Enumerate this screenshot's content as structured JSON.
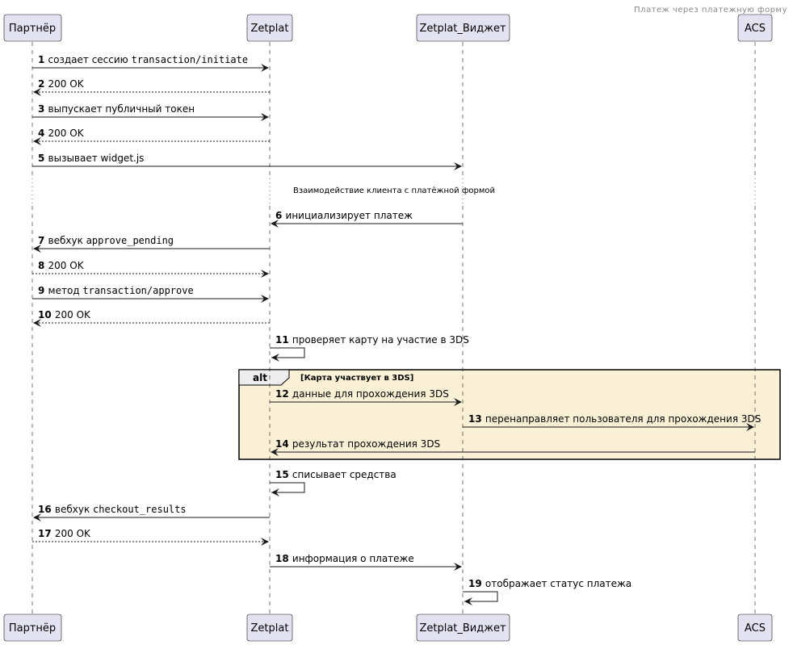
{
  "title": "Платеж через платежную форму",
  "colors": {
    "participant_fill": "#E2E2F0",
    "participant_border": "#181818",
    "alt_fill": "#FAF0D6",
    "alt_tab_fill": "#EEEEEE"
  },
  "participants": [
    "Партнёр",
    "Zetplat",
    "Zetplat_Виджет",
    "ACS"
  ],
  "divider": "Взаимодействие клиента с платёжной формой",
  "alt": {
    "keyword": "alt",
    "condition": "[Карта участвует в 3DS]"
  },
  "messages": [
    {
      "n": "1",
      "from": 0,
      "to": 1,
      "dashed": false,
      "parts": [
        {
          "t": "создает сессию "
        },
        {
          "c": "transaction/initiate"
        }
      ]
    },
    {
      "n": "2",
      "from": 1,
      "to": 0,
      "dashed": true,
      "parts": [
        {
          "t": "200 OK"
        }
      ]
    },
    {
      "n": "3",
      "from": 0,
      "to": 1,
      "dashed": false,
      "parts": [
        {
          "t": "выпускает публичный токен"
        }
      ]
    },
    {
      "n": "4",
      "from": 1,
      "to": 0,
      "dashed": true,
      "parts": [
        {
          "t": "200 OK"
        }
      ]
    },
    {
      "n": "5",
      "from": 0,
      "to": 2,
      "dashed": false,
      "parts": [
        {
          "t": "вызывает widget.js"
        }
      ]
    },
    {
      "n": "6",
      "from": 2,
      "to": 1,
      "dashed": false,
      "parts": [
        {
          "t": "инициализирует платеж"
        }
      ]
    },
    {
      "n": "7",
      "from": 1,
      "to": 0,
      "dashed": false,
      "parts": [
        {
          "t": "вебхук "
        },
        {
          "c": "approve_pending"
        }
      ]
    },
    {
      "n": "8",
      "from": 0,
      "to": 1,
      "dashed": true,
      "parts": [
        {
          "t": "200 OK"
        }
      ]
    },
    {
      "n": "9",
      "from": 0,
      "to": 1,
      "dashed": false,
      "parts": [
        {
          "t": "метод "
        },
        {
          "c": "transaction/approve"
        }
      ]
    },
    {
      "n": "10",
      "from": 1,
      "to": 0,
      "dashed": true,
      "parts": [
        {
          "t": "200 OK"
        }
      ]
    },
    {
      "n": "11",
      "from": 1,
      "to": 1,
      "dashed": false,
      "parts": [
        {
          "t": "проверяет карту на участие в 3DS"
        }
      ]
    },
    {
      "n": "12",
      "from": 1,
      "to": 2,
      "dashed": false,
      "parts": [
        {
          "t": "данные для прохождения 3DS"
        }
      ]
    },
    {
      "n": "13",
      "from": 2,
      "to": 3,
      "dashed": false,
      "parts": [
        {
          "t": "перенаправляет пользователя для прохождения 3DS"
        }
      ]
    },
    {
      "n": "14",
      "from": 3,
      "to": 1,
      "dashed": false,
      "parts": [
        {
          "t": "результат прохождения 3DS"
        }
      ]
    },
    {
      "n": "15",
      "from": 1,
      "to": 1,
      "dashed": false,
      "parts": [
        {
          "t": "списывает средства"
        }
      ]
    },
    {
      "n": "16",
      "from": 1,
      "to": 0,
      "dashed": false,
      "parts": [
        {
          "t": "вебхук "
        },
        {
          "c": "checkout_results"
        }
      ]
    },
    {
      "n": "17",
      "from": 0,
      "to": 1,
      "dashed": true,
      "parts": [
        {
          "t": "200 OK"
        }
      ]
    },
    {
      "n": "18",
      "from": 1,
      "to": 2,
      "dashed": false,
      "parts": [
        {
          "t": "информация о платеже"
        }
      ]
    },
    {
      "n": "19",
      "from": 2,
      "to": 2,
      "dashed": false,
      "parts": [
        {
          "t": "отображает статус платежа"
        }
      ]
    }
  ]
}
